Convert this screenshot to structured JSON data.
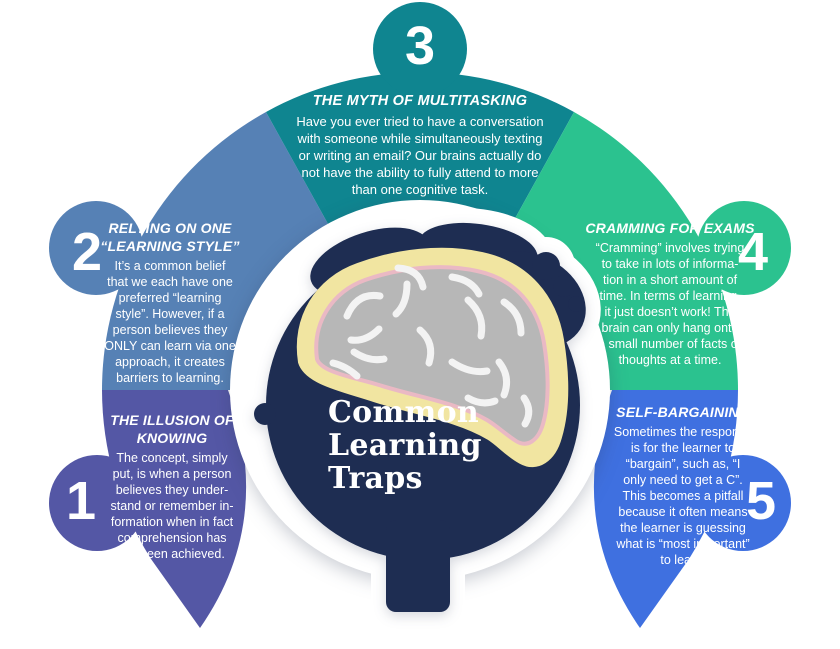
{
  "center": {
    "title": "Common Learning Traps",
    "title_lines": [
      "Common",
      "Learning",
      "Traps"
    ]
  },
  "colors": {
    "background": "#ffffff",
    "text": "#ffffff",
    "halo": "#ffffff",
    "head": "#1e2d52",
    "brain_fill": "#b7b7b7",
    "brain_rim": "#f1e5a1",
    "brain_rim_inner": "#eab9c4",
    "brain_folds": "#f3f3f3",
    "section1": "#5457a5",
    "section2": "#5681b5",
    "section3": "#0f8590",
    "section4": "#2bc28f",
    "section5": "#3f70e0"
  },
  "sections": [
    {
      "number": "1",
      "title_lines": [
        "THE ILLUSION OF",
        "KNOWING"
      ],
      "body_lines": [
        "The concept, simply",
        "put, is when a person",
        "believes they under-",
        "stand or remember in-",
        "formation when in fact",
        "comprehension has",
        "not been achieved."
      ]
    },
    {
      "number": "2",
      "title_lines": [
        "RELYING ON ONE",
        "“LEARNING STYLE”"
      ],
      "body_lines": [
        "It’s a common belief",
        "that we each have one",
        "preferred “learning",
        "style”. However, if a",
        "person believes they",
        "ONLY can learn via one",
        "approach, it creates",
        "barriers to learning."
      ]
    },
    {
      "number": "3",
      "title_lines": [
        "THE MYTH OF MULTITASKING"
      ],
      "body_lines": [
        "Have you ever tried to have a conversation",
        "with someone while simultaneously texting",
        "or writing an email? Our brains actually do",
        "not have the ability to fully attend to more",
        "than one cognitive task."
      ]
    },
    {
      "number": "4",
      "title_lines": [
        "CRAMMING FOR EXAMS"
      ],
      "body_lines": [
        "“Cramming” involves trying",
        "to take in lots of informa-",
        "tion in a short amount of",
        "time.  In terms of learning,",
        "it just doesn’t work! The",
        "brain can only hang onto",
        "a small number of facts or",
        "thoughts at a time."
      ]
    },
    {
      "number": "5",
      "title_lines": [
        "SELF-BARGAINING"
      ],
      "body_lines": [
        "Sometimes the response",
        "is for the learner to",
        "“bargain”, such as, “I",
        "only need to get a C”.",
        "This becomes a pitfall",
        "because it often means",
        "the learner is guessing",
        "what is “most important”",
        "to learn."
      ]
    }
  ]
}
